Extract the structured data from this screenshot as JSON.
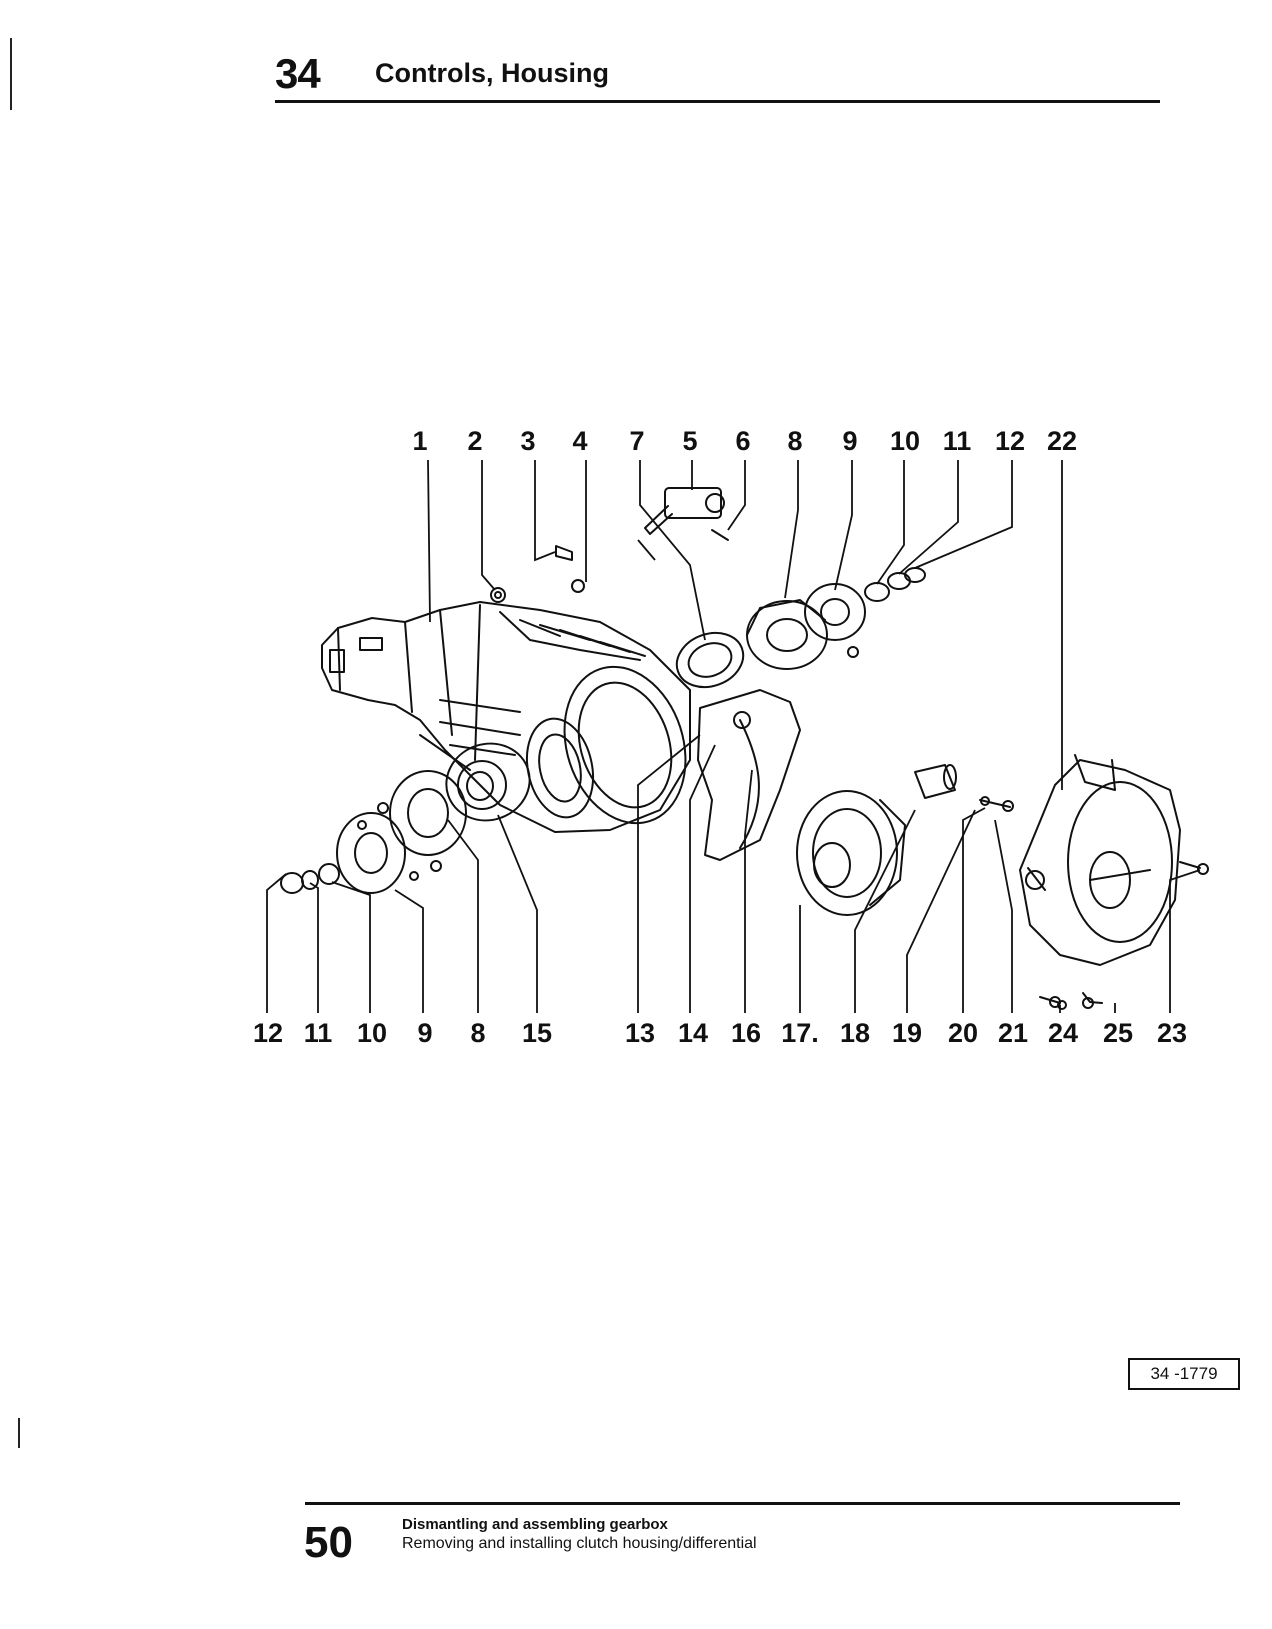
{
  "header": {
    "chapter_number": "34",
    "chapter_title": "Controls, Housing"
  },
  "diagram": {
    "figure_ref": "34 -1779",
    "callouts_top": [
      "1",
      "2",
      "3",
      "4",
      "7",
      "5",
      "6",
      "8",
      "9",
      "10",
      "11",
      "12",
      "22"
    ],
    "callouts_bottom": [
      "12",
      "11",
      "10",
      "9",
      "8",
      "15",
      "13",
      "14",
      "16",
      "17.",
      "18",
      "19",
      "20",
      "21",
      "24",
      "25",
      "23"
    ]
  },
  "footer": {
    "page_number": "50",
    "line1": "Dismantling and assembling gearbox",
    "line2": "Removing and installing clutch housing/differential"
  }
}
